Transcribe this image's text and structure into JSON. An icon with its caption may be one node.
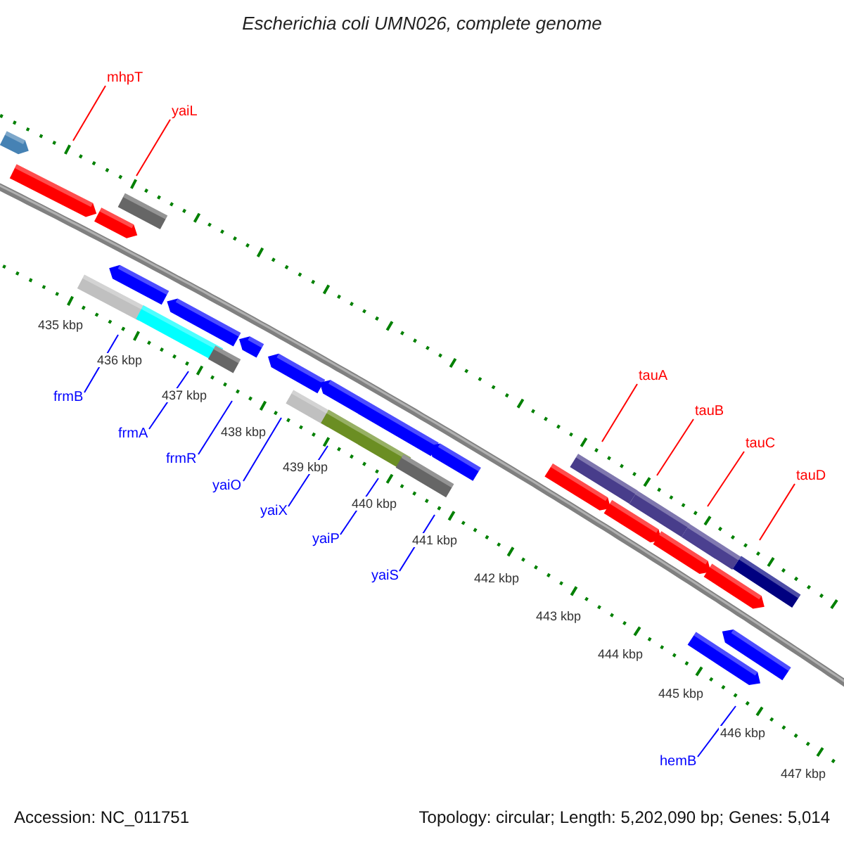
{
  "diagram": {
    "title": "Escherichia coli UMN026, complete genome",
    "nodes": [
      {
        "text": [
          "mhpT"
        ]
      },
      {
        "text": [
          "yaiL"
        ]
      },
      {
        "text": [
          "tauA"
        ]
      },
      {
        "text": [
          "tauB"
        ]
      },
      {
        "text": [
          "tauC"
        ]
      },
      {
        "text": [
          "tauD"
        ]
      },
      {
        "text": [
          "frmB"
        ]
      },
      {
        "text": [
          "frmA"
        ]
      },
      {
        "text": [
          "frmR"
        ]
      },
      {
        "text": [
          "yaiO"
        ]
      },
      {
        "text": [
          "yaiX"
        ]
      },
      {
        "text": [
          "yaiP"
        ]
      },
      {
        "text": [
          "yaiS"
        ]
      },
      {
        "text": [
          "hemB"
        ]
      }
    ],
    "edges": [
      {
        "from": 0,
        "to": null,
        "arrow": "none",
        "color": "#ff0000"
      },
      {
        "from": 1,
        "to": null,
        "arrow": "none",
        "color": "#ff0000"
      },
      {
        "from": 2,
        "to": null,
        "arrow": "none",
        "color": "#ff0000"
      },
      {
        "from": 3,
        "to": null,
        "arrow": "none",
        "color": "#ff0000"
      },
      {
        "from": 4,
        "to": null,
        "arrow": "none",
        "color": "#ff0000"
      },
      {
        "from": 5,
        "to": null,
        "arrow": "none",
        "color": "#ff0000"
      },
      {
        "from": 6,
        "to": null,
        "arrow": "none"
      },
      {
        "from": 7,
        "to": null,
        "arrow": "none"
      },
      {
        "from": 8,
        "to": null,
        "arrow": "none"
      },
      {
        "from": 9,
        "to": null,
        "arrow": "none"
      },
      {
        "from": 10,
        "to": null,
        "arrow": "none"
      },
      {
        "from": 11,
        "to": null,
        "arrow": "none"
      },
      {
        "from": 12,
        "to": null,
        "arrow": "none"
      },
      {
        "from": 13,
        "to": null,
        "arrow": "none"
      }
    ],
    "labels": [
      "435 kbp",
      "436 kbp",
      "437 kbp",
      "438 kbp",
      "439 kbp",
      "440 kbp",
      "441 kbp",
      "442 kbp",
      "443 kbp",
      "444 kbp",
      "445 kbp",
      "446 kbp",
      "447 kbp",
      "Accession: NC_011751",
      "Topology: circular; Length: 5,202,090 bp; Genes: 5,014"
    ]
  }
}
